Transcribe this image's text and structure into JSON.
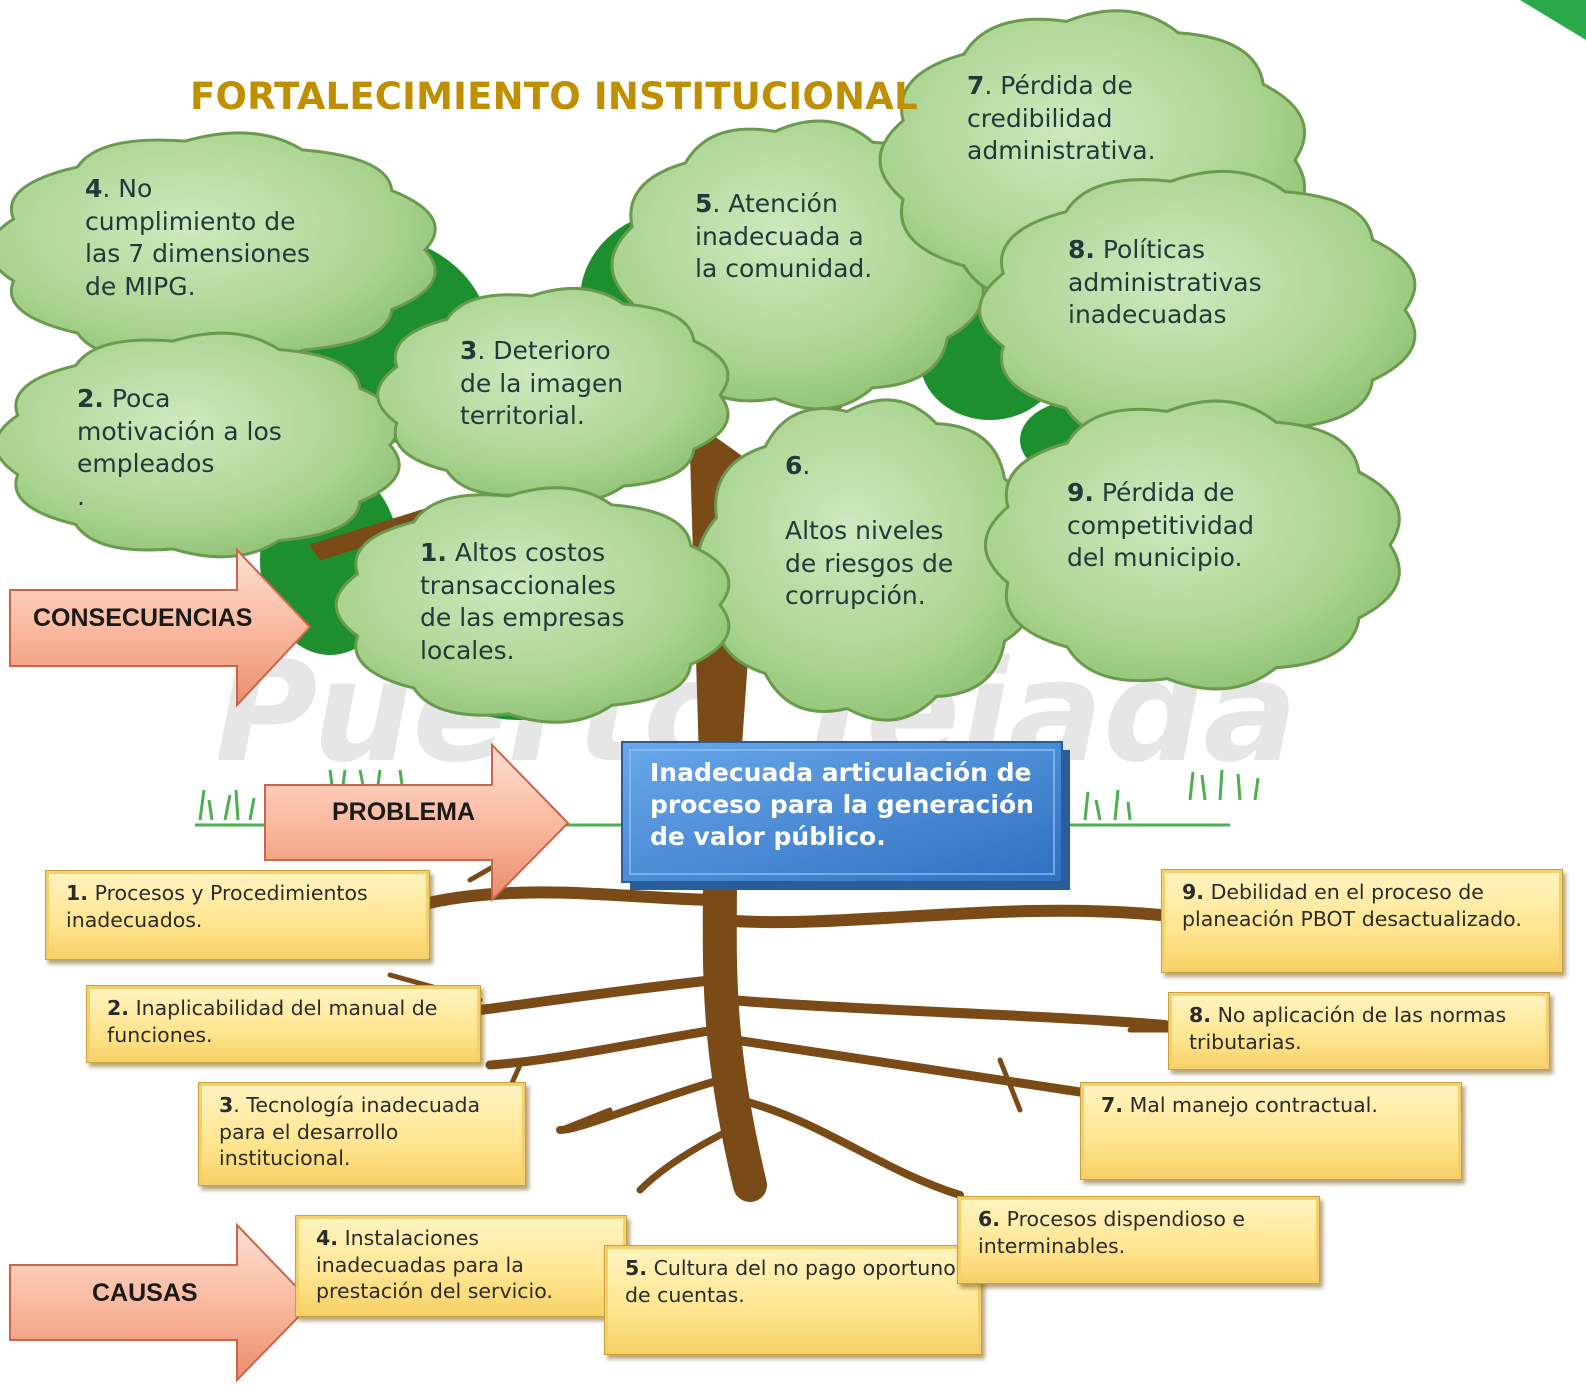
{
  "title": "FORTALECIMIENTO INSTITUCIONAL",
  "labels": {
    "consequences": "CONSECUENCIAS",
    "problem": "PROBLEMA",
    "causes": "CAUSAS"
  },
  "problem": "Inadecuada articulación de proceso para la generación de valor público.",
  "consequences": [
    {
      "num": "1.",
      "sep": " ",
      "lines": [
        "Altos costos",
        "transaccionales",
        "de las empresas",
        "locales."
      ]
    },
    {
      "num": "2.",
      "sep": " ",
      "lines": [
        "Poca",
        "motivación a los",
        "empleados",
        "."
      ]
    },
    {
      "num": "3",
      "sep": ". ",
      "lines": [
        "Deterioro",
        "de la imagen",
        "territorial."
      ]
    },
    {
      "num": "4",
      "sep": ". ",
      "lines": [
        "No",
        "cumplimiento de",
        "las 7 dimensiones",
        "de MIPG."
      ]
    },
    {
      "num": "5",
      "sep": ". ",
      "lines": [
        "Atención",
        "inadecuada a",
        "la comunidad."
      ]
    },
    {
      "num": "6",
      "sep": ".",
      "lines": [
        "",
        "",
        "Altos niveles",
        "de riesgos de",
        "corrupción."
      ]
    },
    {
      "num": "7",
      "sep": ". ",
      "lines": [
        "Pérdida de",
        "credibilidad",
        "administrativa."
      ]
    },
    {
      "num": "8.",
      "sep": " ",
      "lines": [
        "Políticas",
        "administrativas",
        "inadecuadas"
      ]
    },
    {
      "num": "9.",
      "sep": " ",
      "lines": [
        "Pérdida de",
        "competitividad",
        "del municipio."
      ]
    }
  ],
  "causes": [
    {
      "num": "1.",
      "text": " Procesos y Procedimientos inadecuados."
    },
    {
      "num": "2.",
      "text": " Inaplicabilidad del manual de funciones."
    },
    {
      "num": "3",
      "text": ". Tecnología inadecuada para el desarrollo institucional."
    },
    {
      "num": "4.",
      "text": " Instalaciones inadecuadas para la prestación del servicio."
    },
    {
      "num": "5.",
      "text": " Cultura del no pago oportuno de cuentas."
    },
    {
      "num": "6.",
      "text": " Procesos dispendioso e interminables."
    },
    {
      "num": "7.",
      "text": " Mal manejo contractual."
    },
    {
      "num": "8.",
      "text": " No aplicación de las normas tributarias."
    },
    {
      "num": "9.",
      "text": " Debilidad en el proceso de planeación  PBOT desactualizado."
    }
  ],
  "colors": {
    "title": "#bf8f00",
    "cloud_fill": "#a9d38f",
    "cloud_stroke": "#6a9a4e",
    "foliage": "#1e8f2e",
    "trunk": "#7a4a17",
    "arrow_fill": "#f7a98f",
    "problem_box": "#4f8fd6",
    "cause_box": "#ffe58f"
  }
}
